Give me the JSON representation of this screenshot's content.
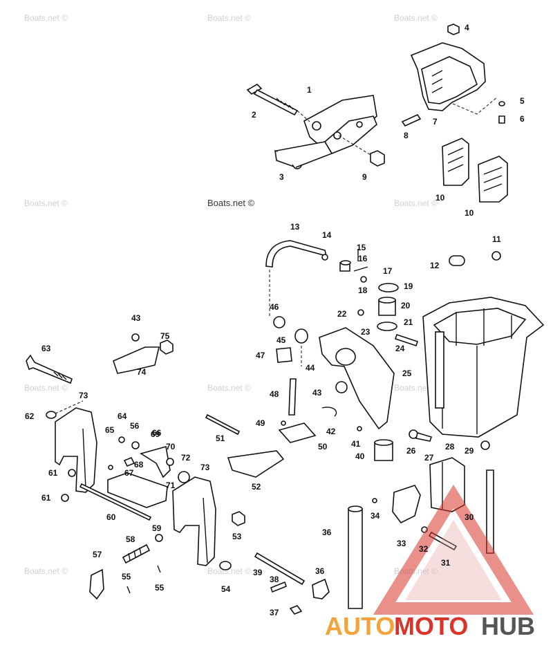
{
  "watermark": {
    "text": "Boats.net ©"
  },
  "logo": {
    "part1": "AUTO",
    "part2": "MOTO",
    "part3": "HUB",
    "color_a": "#f2a33a",
    "color_b": "#d9342b",
    "color_c": "#555555"
  },
  "callouts": [
    "1",
    "2",
    "3",
    "4",
    "5",
    "6",
    "7",
    "8",
    "9",
    "10",
    "10",
    "11",
    "12",
    "13",
    "14",
    "15",
    "16",
    "17",
    "18",
    "19",
    "20",
    "21",
    "22",
    "23",
    "24",
    "25",
    "26",
    "27",
    "28",
    "29",
    "30",
    "31",
    "32",
    "33",
    "34",
    "36",
    "36",
    "37",
    "38",
    "39",
    "40",
    "41",
    "42",
    "43",
    "43",
    "44",
    "45",
    "46",
    "47",
    "48",
    "49",
    "50",
    "51",
    "52",
    "53",
    "54",
    "55",
    "55",
    "56",
    "57",
    "58",
    "59",
    "60",
    "61",
    "61",
    "62",
    "63",
    "64",
    "65",
    "66",
    "67",
    "68",
    "69",
    "70",
    "71",
    "72",
    "73",
    "73",
    "74",
    "75"
  ]
}
